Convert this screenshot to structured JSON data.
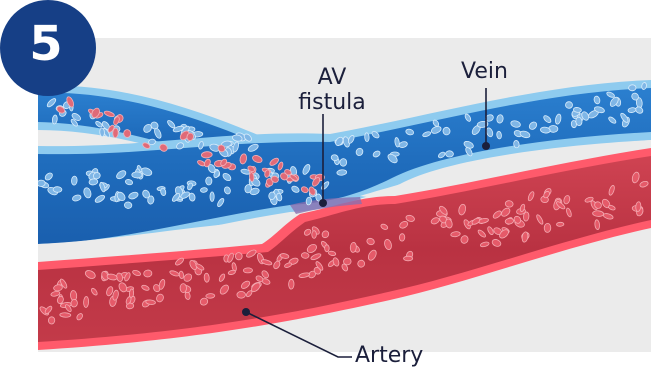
{
  "step": {
    "number": "5"
  },
  "labels": {
    "av_fistula_line1": "AV",
    "av_fistula_line2": "fistula",
    "vein": "Vein",
    "artery": "Artery"
  },
  "colors": {
    "panel": "#ebebeb",
    "vein_outer": "#8ecbef",
    "vein_inner": "#236fbf",
    "artery_outer": "#ff5a6b",
    "artery_inner": "#bf3a48",
    "badge": "#163f86",
    "leader": "#1b1f3b"
  }
}
